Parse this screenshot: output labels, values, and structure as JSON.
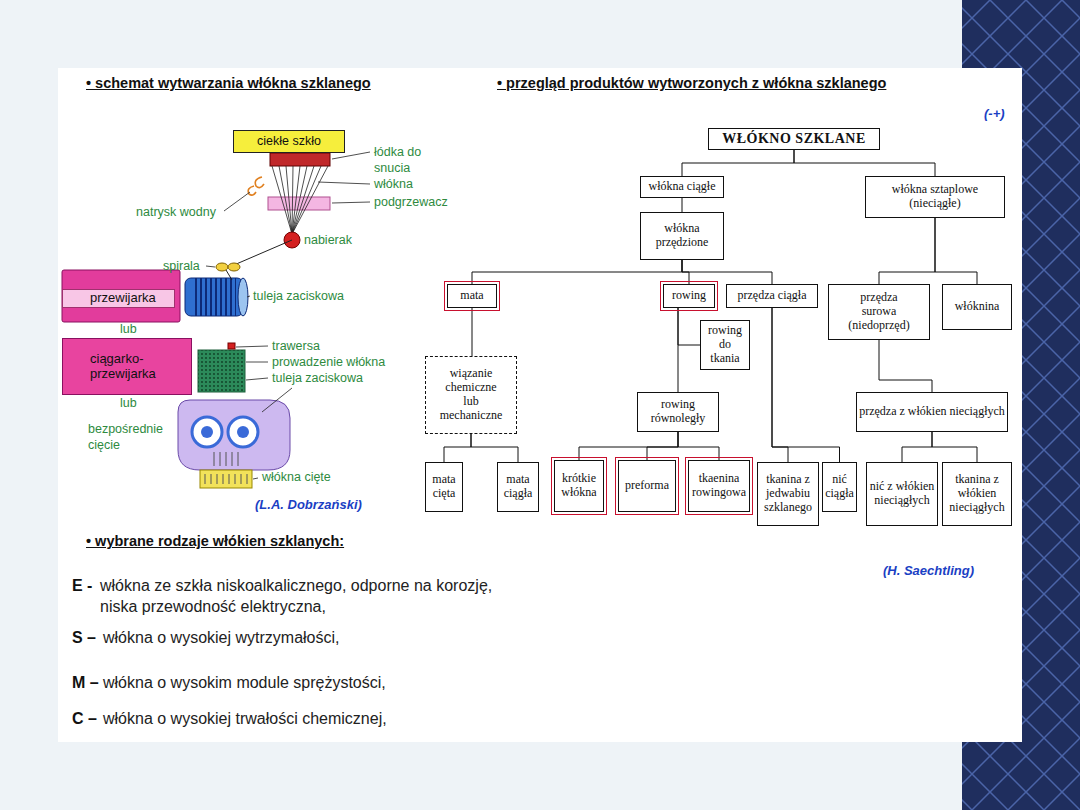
{
  "diagram": {
    "nodes": [
      {
        "text": [
          "ciekłe szkło"
        ]
      },
      {
        "text": [
          "przewijarka"
        ]
      },
      {
        "text": [
          "ciągarko- przewijarka"
        ]
      },
      {
        "text": [
          "WŁÓKNO SZKLANE"
        ]
      },
      {
        "text": [
          "włókna ciągłe"
        ]
      },
      {
        "text": [
          "włókna sztaplowe (nieciągłe)"
        ]
      },
      {
        "text": [
          "włókna przędzione"
        ]
      },
      {
        "text": [
          "mata"
        ]
      },
      {
        "text": [
          "rowing"
        ]
      },
      {
        "text": [
          "przędza ciągła"
        ]
      },
      {
        "text": [
          "przędza surowa (niedoprzęd)"
        ]
      },
      {
        "text": [
          "włóknina"
        ]
      },
      {
        "text": [
          "rowing do tkania"
        ]
      },
      {
        "text": [
          "wiązanie chemiczne lub mechaniczne"
        ]
      },
      {
        "text": [
          "rowing równoległy"
        ]
      },
      {
        "text": [
          "przędza z włókien nieciągłych"
        ]
      },
      {
        "text": [
          "mata cięta"
        ]
      },
      {
        "text": [
          "mata ciągła"
        ]
      },
      {
        "text": [
          "krótkie włókna"
        ]
      },
      {
        "text": [
          "preforma"
        ]
      },
      {
        "text": [
          "tkaenina rowingowa"
        ]
      },
      {
        "text": [
          "tkanina z jedwabiu szklanego"
        ]
      },
      {
        "text": [
          "nić ciągła"
        ]
      },
      {
        "text": [
          "nić z włókien nieciągłych"
        ]
      },
      {
        "text": [
          "tkanina z włókien nieciągłych"
        ]
      }
    ],
    "edges": [
      {
        "from": 3,
        "to": 4,
        "arrow": "none"
      },
      {
        "from": 3,
        "to": 5,
        "arrow": "none"
      },
      {
        "from": 4,
        "to": 6,
        "arrow": "none"
      },
      {
        "from": 6,
        "to": 7,
        "arrow": "none"
      },
      {
        "from": 6,
        "to": 8,
        "arrow": "none"
      },
      {
        "from": 6,
        "to": 9,
        "arrow": "none"
      },
      {
        "from": 7,
        "to": 13,
        "arrow": "none"
      },
      {
        "from": 8,
        "to": 12,
        "arrow": "none"
      },
      {
        "from": 8,
        "to": 14,
        "arrow": "none"
      },
      {
        "from": 9,
        "to": 21,
        "arrow": "none"
      },
      {
        "from": 9,
        "to": 22,
        "arrow": "none"
      },
      {
        "from": 13,
        "to": 16,
        "arrow": "none"
      },
      {
        "from": 13,
        "to": 17,
        "arrow": "none"
      },
      {
        "from": 14,
        "to": 18,
        "arrow": "none"
      },
      {
        "from": 14,
        "to": 19,
        "arrow": "none"
      },
      {
        "from": 14,
        "to": 20,
        "arrow": "none"
      },
      {
        "from": 5,
        "to": 10,
        "arrow": "none"
      },
      {
        "from": 5,
        "to": 11,
        "arrow": "none"
      },
      {
        "from": 10,
        "to": 15,
        "arrow": "none"
      },
      {
        "from": 15,
        "to": 23,
        "arrow": "none"
      },
      {
        "from": 15,
        "to": 24,
        "arrow": "none"
      }
    ],
    "labels": [
      "• schemat wytwarzania włókna szklanego",
      "• przegląd produktów wytworzonych z włókna szklanego",
      "(-+)",
      "łódka do snucia",
      "włókna",
      "podgrzewacz",
      "natrysk wodny",
      "nabierak",
      "spirala",
      "tuleja zaciskowa",
      "lub",
      "trawersa",
      "prowadzenie włókna",
      "tuleja zaciskowa",
      "lub",
      "bezpośrednie cięcie",
      "włókna cięte",
      "(L.A. Dobrzański)",
      "• wybrane rodzaje włókien szklanych:",
      "(H. Saechtling)",
      "E -",
      "włókna ze szkła niskoalkalicznego, odporne na korozję, niska przewodność elektryczna,",
      "S –",
      "włókna o wysokiej wytrzymałości,",
      "M –",
      "włókna o wysokim module sprężystości,",
      "C –",
      "włókna o wysokiej trwałości chemicznej,"
    ]
  }
}
